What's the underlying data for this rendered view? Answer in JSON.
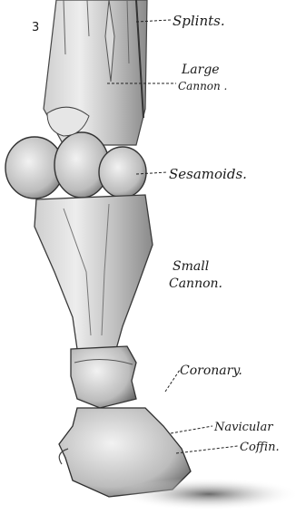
{
  "figure": {
    "number": "3",
    "labels": {
      "splints": "Splints.",
      "large_cannon_line1": "Large",
      "large_cannon_line2": "Cannon .",
      "sesamoids": "Sesamoids.",
      "small_cannon_line1": "Small",
      "small_cannon_line2": "Cannon.",
      "coronary": "Coronary.",
      "navicular": "Navicular",
      "coffin": "Coffin."
    }
  }
}
